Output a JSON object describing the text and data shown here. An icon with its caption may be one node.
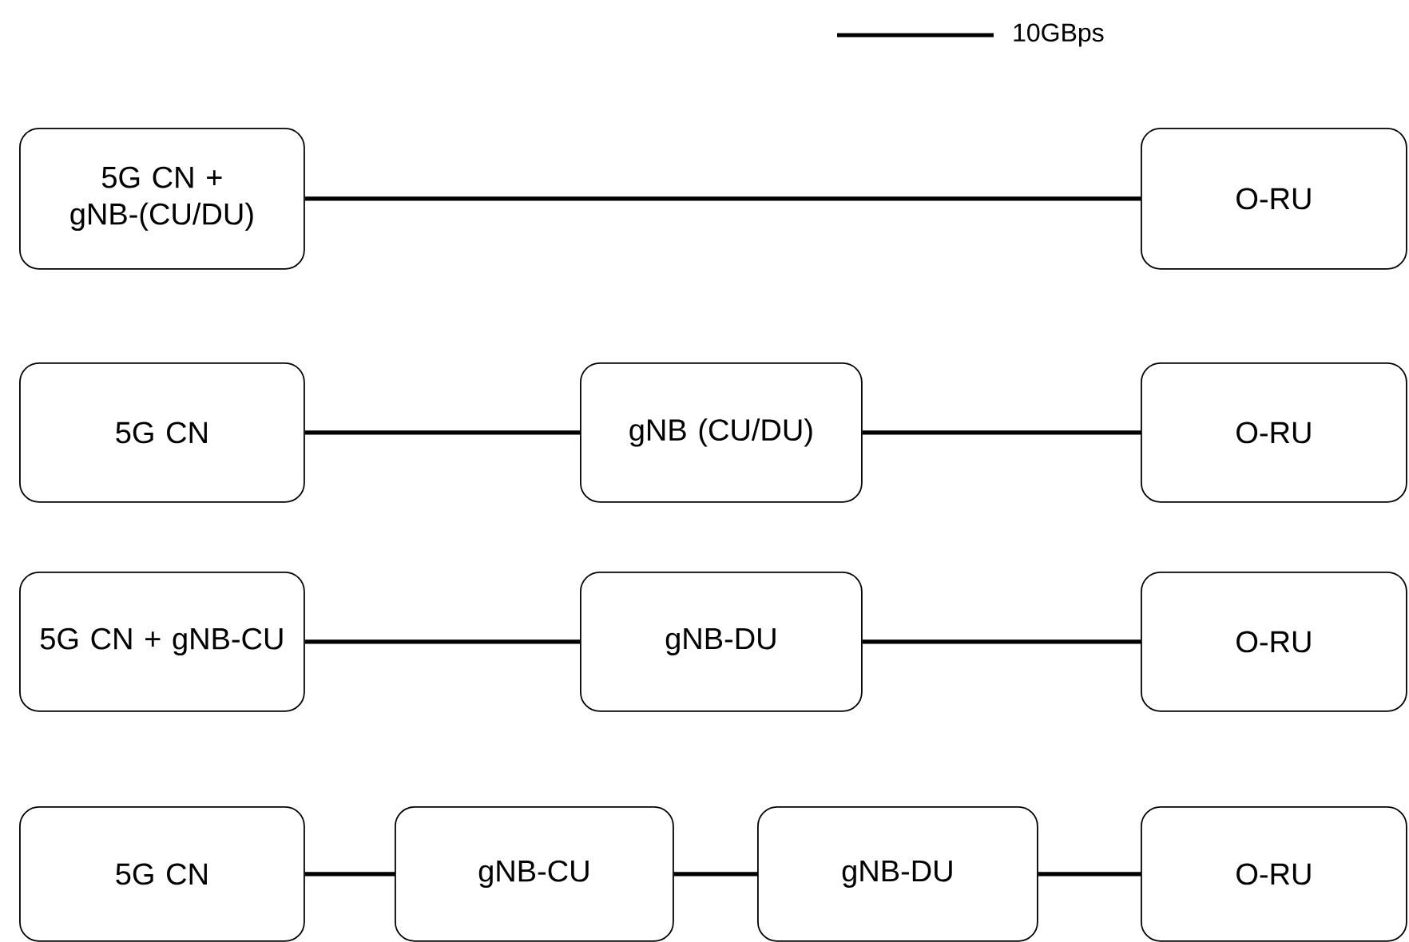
{
  "diagram": {
    "nodes": [
      {
        "text": [
          "5G CN + gNB-(CU/DU)"
        ]
      },
      {
        "text": [
          "O-RU"
        ]
      },
      {
        "text": [
          "5G CN"
        ]
      },
      {
        "text": [
          "gNB (CU/DU)"
        ]
      },
      {
        "text": [
          "O-RU"
        ]
      },
      {
        "text": [
          "5G CN + gNB-CU"
        ]
      },
      {
        "text": [
          "gNB-DU"
        ]
      },
      {
        "text": [
          "O-RU"
        ]
      },
      {
        "text": [
          "5G CN"
        ]
      },
      {
        "text": [
          "gNB-CU"
        ]
      },
      {
        "text": [
          "gNB-DU"
        ]
      },
      {
        "text": [
          "O-RU"
        ]
      }
    ],
    "edges": [
      {
        "from": 0,
        "to": 1,
        "arrow": "none"
      },
      {
        "from": 2,
        "to": 3,
        "arrow": "none"
      },
      {
        "from": 3,
        "to": 4,
        "arrow": "none"
      },
      {
        "from": 5,
        "to": 6,
        "arrow": "none"
      },
      {
        "from": 6,
        "to": 7,
        "arrow": "none"
      },
      {
        "from": 8,
        "to": 9,
        "arrow": "none"
      },
      {
        "from": 9,
        "to": 10,
        "arrow": "none"
      },
      {
        "from": 10,
        "to": 11,
        "arrow": "none"
      }
    ],
    "legend": [
      {
        "text": "10GBps"
      }
    ]
  }
}
